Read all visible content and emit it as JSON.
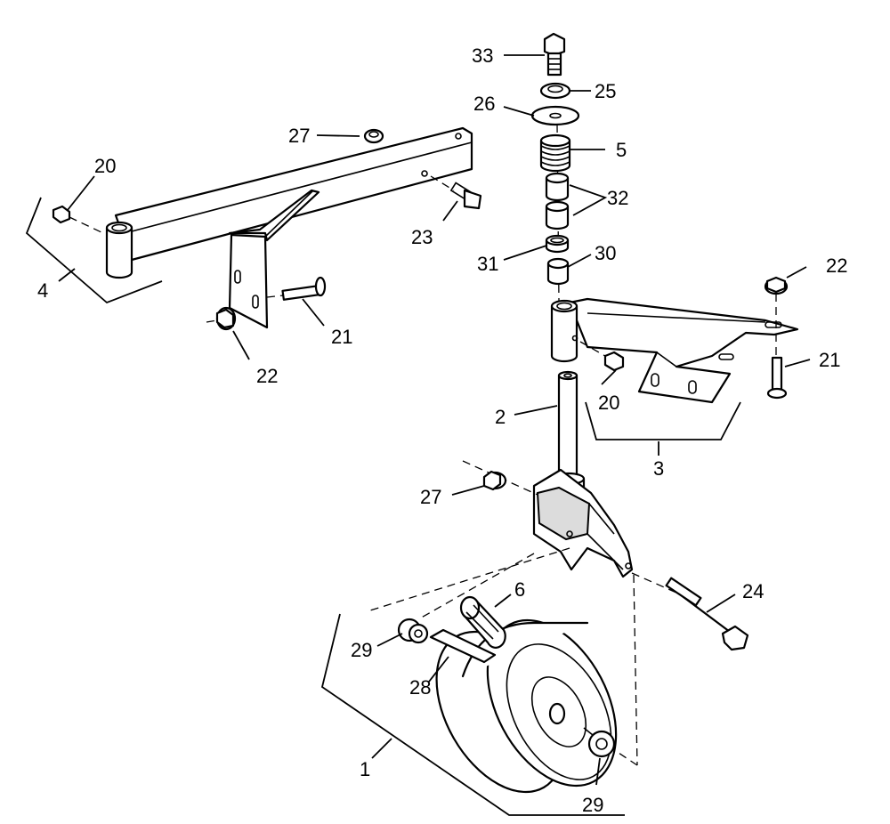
{
  "callouts": {
    "c33": "33",
    "c25": "25",
    "c26": "26",
    "c5": "5",
    "c32": "32",
    "c31": "31",
    "c30": "30",
    "c27_top": "27",
    "c20_left": "20",
    "c23": "23",
    "c4": "4",
    "c21_left": "21",
    "c22_left": "22",
    "c22_right": "22",
    "c21_right": "21",
    "c20_mid": "20",
    "c2": "2",
    "c3": "3",
    "c27_mid": "27",
    "c24": "24",
    "c6": "6",
    "c29_left": "29",
    "c28": "28",
    "c1": "1",
    "c29_bottom": "29"
  }
}
